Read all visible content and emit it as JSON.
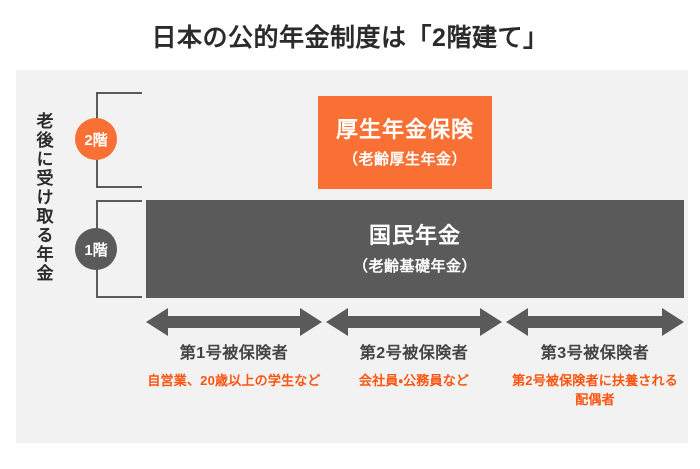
{
  "title": "日本の公的年金制度は「2階建て」",
  "side_label": "老後に受け取る年金",
  "tiers": [
    {
      "badge": "2階",
      "badge_color": "#f97034",
      "box_main": "厚生年金保険",
      "box_sub": "（老齢厚生年金）",
      "box_color": "#f97034"
    },
    {
      "badge": "1階",
      "badge_color": "#5a5a5a",
      "box_main": "国民年金",
      "box_sub": "（老齢基礎年金）",
      "box_color": "#5a5a5a"
    }
  ],
  "insured_categories": [
    {
      "title": "第1号被保険者",
      "description": "自営業、20歳以上の学生など",
      "arrow": "double-headed-arrow"
    },
    {
      "title": "第2号被保険者",
      "description": "会社員・公務員など",
      "arrow": "double-headed-arrow"
    },
    {
      "title": "第3号被保険者",
      "description": "第2号被保険者に扶養される配偶者",
      "arrow": "double-headed-arrow"
    }
  ],
  "colors": {
    "accent_orange": "#f97034",
    "text_orange": "#fa5511",
    "dark_gray": "#5a5a5a",
    "panel_bg": "#f2f2f2",
    "page_bg": "#ffffff"
  }
}
